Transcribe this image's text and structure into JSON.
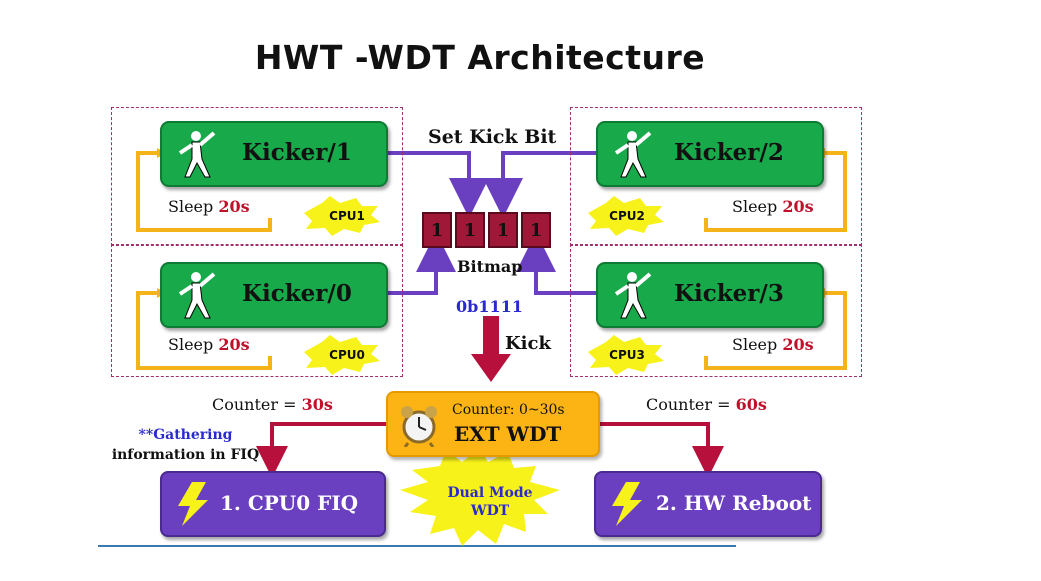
{
  "title": "HWT -WDT Architecture",
  "kickers": [
    {
      "label": "Kicker/1",
      "sleep_prefix": "Sleep ",
      "sleep_value": "20s",
      "cpu": "CPU1"
    },
    {
      "label": "Kicker/2",
      "sleep_prefix": "Sleep ",
      "sleep_value": "20s",
      "cpu": "CPU2"
    },
    {
      "label": "Kicker/0",
      "sleep_prefix": "Sleep ",
      "sleep_value": "20s",
      "cpu": "CPU0"
    },
    {
      "label": "Kicker/3",
      "sleep_prefix": "Sleep ",
      "sleep_value": "20s",
      "cpu": "CPU3"
    }
  ],
  "bitmap": {
    "heading": "Set Kick Bit",
    "bits": [
      "1",
      "1",
      "1",
      "1"
    ],
    "label": "Bitmap",
    "value": "0b1111"
  },
  "kick_label": "Kick",
  "ext_wdt": {
    "counter_range": "Counter: 0~30s",
    "name": "EXT WDT"
  },
  "left_counter": {
    "prefix": "Counter = ",
    "value": "30s"
  },
  "right_counter": {
    "prefix": "Counter = ",
    "value": "60s"
  },
  "gathering_note": [
    "**Gathering",
    "information in FIQ"
  ],
  "fiq_box": "1. CPU0  FIQ",
  "reboot_box": "2. HW Reboot",
  "dual_mode": [
    "Dual Mode",
    "WDT"
  ],
  "colors": {
    "kicker_green": "#17a94a",
    "loop_orange": "#f5b31a",
    "arrow_purple": "#6a3fc0",
    "arrow_crimson": "#b8103c",
    "wdt_orange": "#fbb414",
    "box_purple": "#6a3fc0",
    "value_red": "#c0102a",
    "value_blue": "#2a2ad0"
  }
}
